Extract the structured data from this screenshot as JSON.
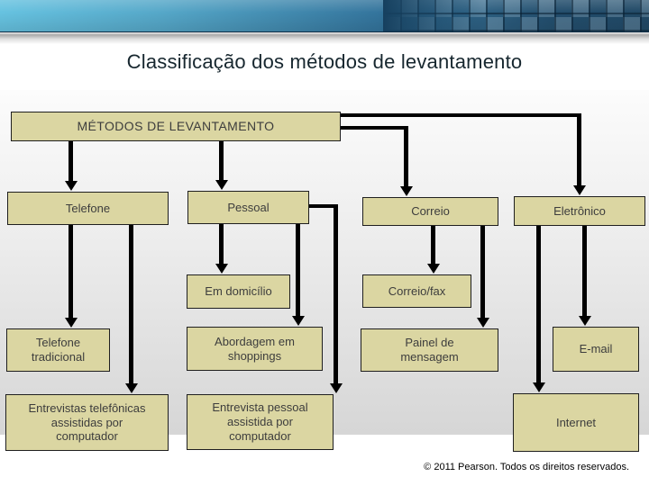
{
  "slide": {
    "title": "Classificação dos métodos de levantamento",
    "footer": "© 2011 Pearson. Todos os direitos reservados."
  },
  "diagram": {
    "type": "flowchart",
    "nodes": [
      {
        "id": "metodos",
        "label": "MÉTODOS DE LEVANTAMENTO"
      },
      {
        "id": "telefone",
        "label": "Telefone"
      },
      {
        "id": "pessoal",
        "label": "Pessoal"
      },
      {
        "id": "correio",
        "label": "Correio"
      },
      {
        "id": "eletronico",
        "label": "Eletrônico"
      },
      {
        "id": "em-domicilio",
        "label": "Em domicílio"
      },
      {
        "id": "correio-fax",
        "label": "Correio/fax"
      },
      {
        "id": "telefone-tradicional",
        "label": "Telefone\ntradicional"
      },
      {
        "id": "abordagem-shoppings",
        "label": "Abordagem em\nshoppings"
      },
      {
        "id": "painel-mensagem",
        "label": "Painel de\nmensagem"
      },
      {
        "id": "email",
        "label": "E-mail"
      },
      {
        "id": "entrevistas-telefonicas",
        "label": "Entrevistas telefônicas\nassistidas por\ncomputador"
      },
      {
        "id": "entrevista-pessoal",
        "label": "Entrevista pessoal\nassistida por\ncomputador"
      },
      {
        "id": "internet",
        "label": "Internet"
      }
    ],
    "edges": [
      [
        "metodos",
        "telefone"
      ],
      [
        "metodos",
        "pessoal"
      ],
      [
        "metodos",
        "correio"
      ],
      [
        "metodos",
        "eletronico"
      ],
      [
        "telefone",
        "telefone-tradicional"
      ],
      [
        "telefone",
        "entrevistas-telefonicas"
      ],
      [
        "pessoal",
        "em-domicilio"
      ],
      [
        "pessoal",
        "abordagem-shoppings"
      ],
      [
        "pessoal",
        "entrevista-pessoal"
      ],
      [
        "correio",
        "correio-fax"
      ],
      [
        "correio",
        "painel-mensagem"
      ],
      [
        "eletronico",
        "internet"
      ],
      [
        "eletronico",
        "email"
      ]
    ],
    "colors": {
      "node_fill": "#dbd6a2",
      "node_border": "#1f1f1f",
      "connector": "#000000",
      "header_gradient_left": "#66c2e0",
      "header_gradient_right": "#133a57",
      "title_text": "#17272f"
    }
  }
}
